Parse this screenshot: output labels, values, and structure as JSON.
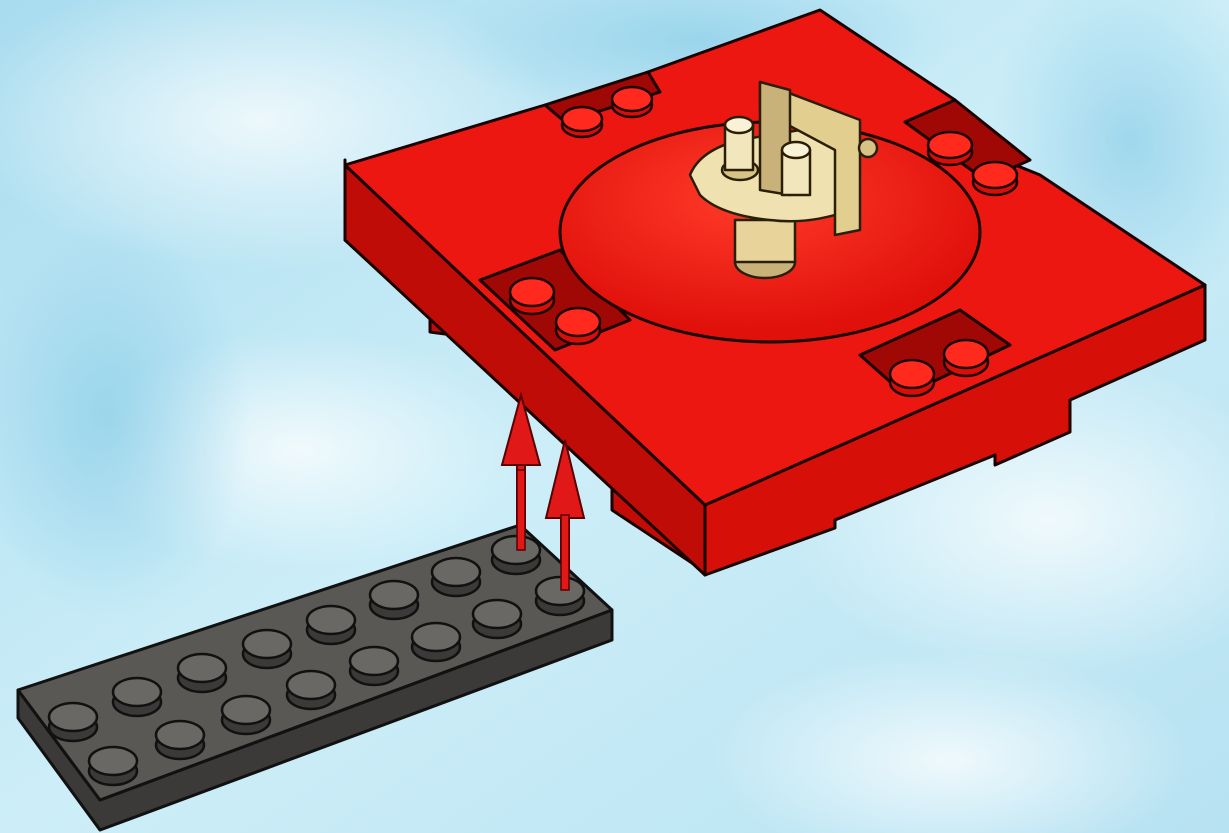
{
  "scene": {
    "background_color": "#bfe6f4",
    "sky_highlight_color": "#e9f6fb",
    "sky_shadow_color": "#8fd0ea"
  },
  "parts": {
    "turntable_base": {
      "color": "#e8140c",
      "side_color": "#b80a06",
      "outline": "#1a0000"
    },
    "turntable_hub": {
      "color": "#f0e2b0",
      "shadow_color": "#c9b27a"
    },
    "plate_2x8": {
      "color": "#5a5855",
      "side_color": "#3b3a38",
      "outline": "#111111",
      "studs_per_row": 8,
      "rows": 2
    },
    "arrows": {
      "color": "#e01818",
      "count": 2,
      "direction": "up"
    }
  }
}
